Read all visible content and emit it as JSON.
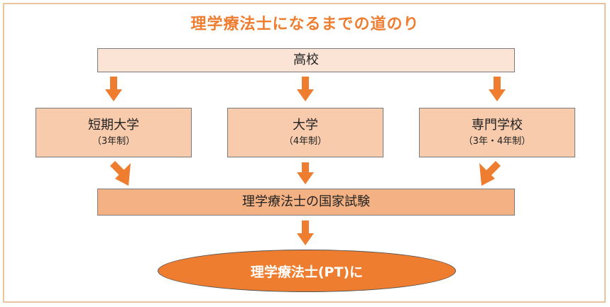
{
  "title": "理学療法士になるまでの道のり",
  "nodes": {
    "highschool": {
      "label": "高校"
    },
    "junior_college": {
      "label": "短期大学",
      "sub": "（3年制）"
    },
    "university": {
      "label": "大学",
      "sub": "（4年制）"
    },
    "vocational": {
      "label": "専門学校",
      "sub": "（3年・4年制）"
    },
    "exam": {
      "label": "理学療法士の国家試験"
    },
    "goal": {
      "label": "理学療法士(PT)に"
    }
  },
  "edges": [
    {
      "from": "highschool",
      "to": "junior_college"
    },
    {
      "from": "highschool",
      "to": "university"
    },
    {
      "from": "highschool",
      "to": "vocational"
    },
    {
      "from": "junior_college",
      "to": "exam"
    },
    {
      "from": "university",
      "to": "exam"
    },
    {
      "from": "vocational",
      "to": "exam"
    },
    {
      "from": "exam",
      "to": "goal"
    }
  ],
  "colors": {
    "accent": "#ee7d30",
    "box_light": "#fbe4d5",
    "box_mid": "#f8cbad",
    "box_dark": "#f4b183",
    "frame": "#e9c49c"
  }
}
